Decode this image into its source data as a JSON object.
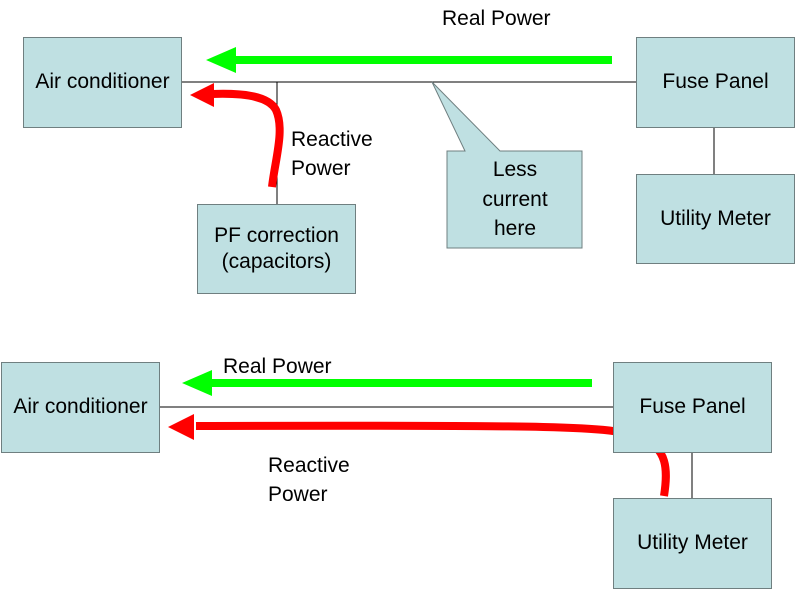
{
  "top": {
    "air_conditioner": "Air conditioner",
    "fuse_panel": "Fuse Panel",
    "utility_meter": "Utility Meter",
    "pf_correction": [
      "PF correction",
      "(capacitors)"
    ],
    "real_power": "Real Power",
    "reactive_power": [
      "Reactive",
      "Power"
    ],
    "callout": [
      "Less",
      "current",
      "here"
    ]
  },
  "bottom": {
    "air_conditioner": "Air conditioner",
    "fuse_panel": "Fuse Panel",
    "utility_meter": "Utility Meter",
    "real_power": "Real Power",
    "reactive_power": [
      "Reactive",
      "Power"
    ]
  },
  "colors": {
    "box_fill": "#bfe0e2",
    "real_power_arrow": "#00ff00",
    "reactive_power_arrow": "#ff0000"
  }
}
